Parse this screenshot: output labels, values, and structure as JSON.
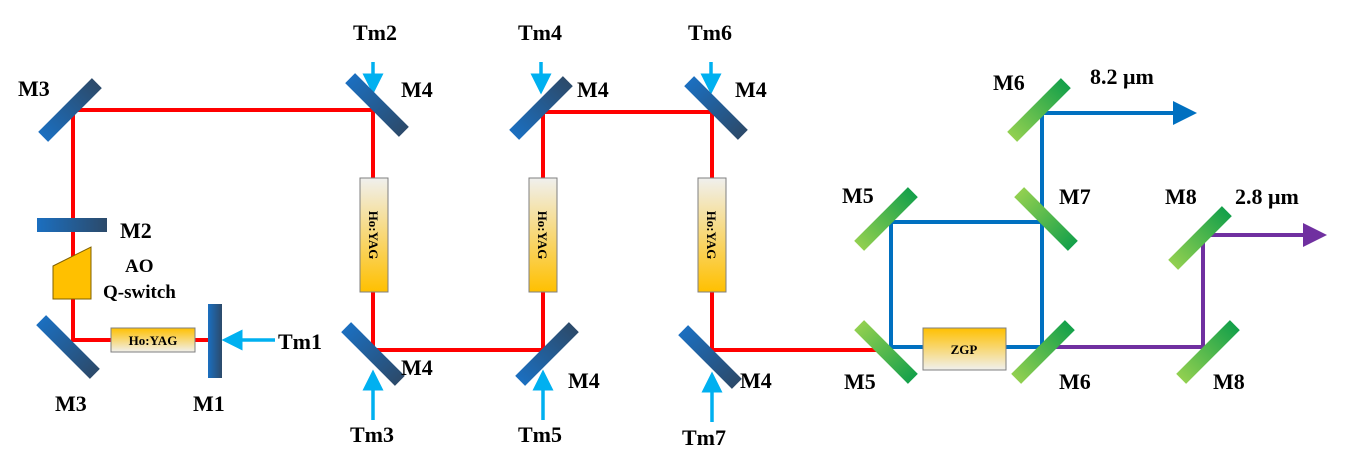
{
  "colors": {
    "pump_beam": "#ff0000",
    "idler_beam": "#0070c0",
    "signal_beam": "#7030a0",
    "tm_pump": "#00b0f0",
    "crystal": "#ffc000",
    "aom": "#ffc000"
  },
  "labels": {
    "m3_top": "M3",
    "m3_bottom": "M3",
    "m2": "M2",
    "m1": "M1",
    "ao": "AO",
    "qswitch": "Q-switch",
    "m4_a": "M4",
    "m4_b": "M4",
    "m4_c": "M4",
    "m4_d": "M4",
    "m4_e": "M4",
    "m4_f": "M4",
    "tm1": "Tm1",
    "tm2": "Tm2",
    "tm3": "Tm3",
    "tm4": "Tm4",
    "tm5": "Tm5",
    "tm6": "Tm6",
    "tm7": "Tm7",
    "m5_top": "M5",
    "m5_bottom": "M5",
    "m6_top": "M6",
    "m6_bottom": "M6",
    "m7": "M7",
    "m8_top": "M8",
    "m8_bottom": "M8",
    "out_82": "8.2 μm",
    "out_28": "2.8 μm"
  },
  "crystals": {
    "seed": "Ho:YAG",
    "amp1": "Ho:YAG",
    "amp2": "Ho:YAG",
    "amp3": "Ho:YAG",
    "zgp": "ZGP"
  }
}
